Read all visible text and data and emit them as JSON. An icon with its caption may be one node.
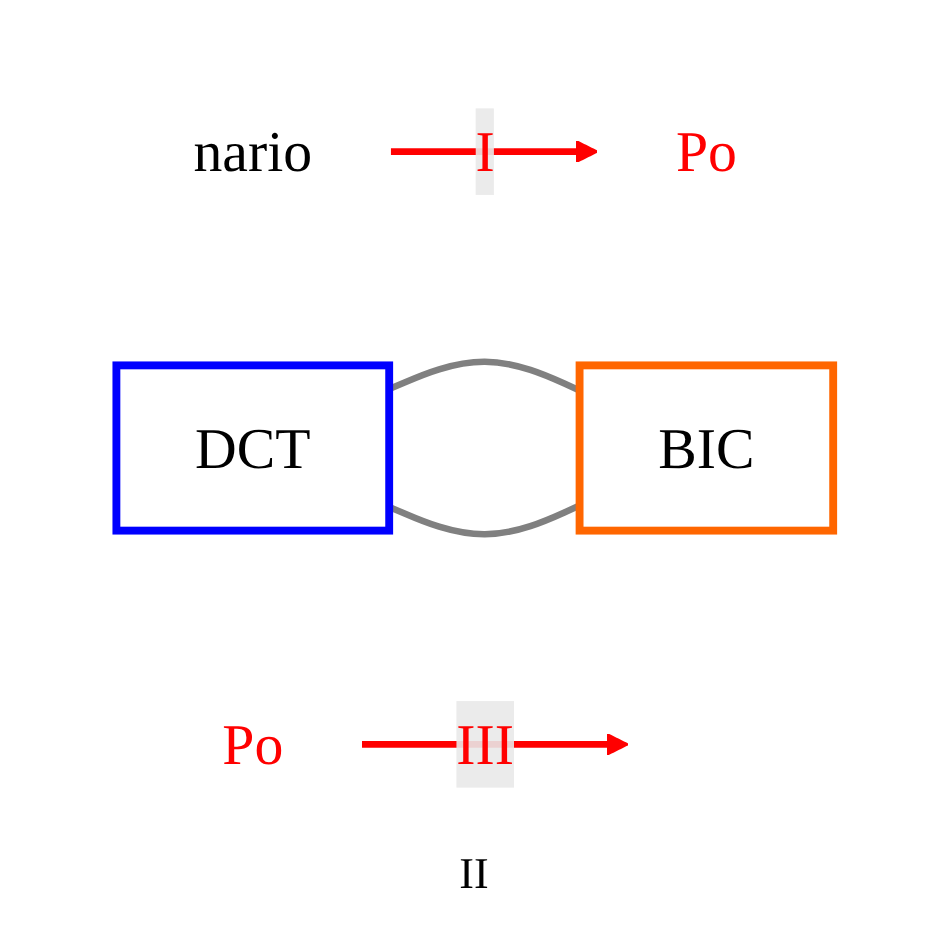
{
  "diagram": {
    "nodes": [
      {
        "text": [
          "nario"
        ]
      },
      {
        "text": [
          "Po"
        ]
      },
      {
        "text": [
          "DCT"
        ]
      },
      {
        "text": [
          "BIC"
        ]
      },
      {
        "text": [
          "Po"
        ]
      }
    ],
    "edges": [
      {
        "from": 0,
        "to": 1,
        "arrow": "to",
        "label": "I",
        "color": "#ff0000"
      },
      {
        "from": 2,
        "to": 3,
        "arrow": "none",
        "color": "#808080"
      },
      {
        "from": 2,
        "to": 3,
        "arrow": "none",
        "color": "#808080"
      },
      {
        "from": 4,
        "to": null,
        "arrow": "to",
        "label": "III",
        "color": "#ff0000"
      }
    ],
    "labels": [
      "II"
    ]
  }
}
